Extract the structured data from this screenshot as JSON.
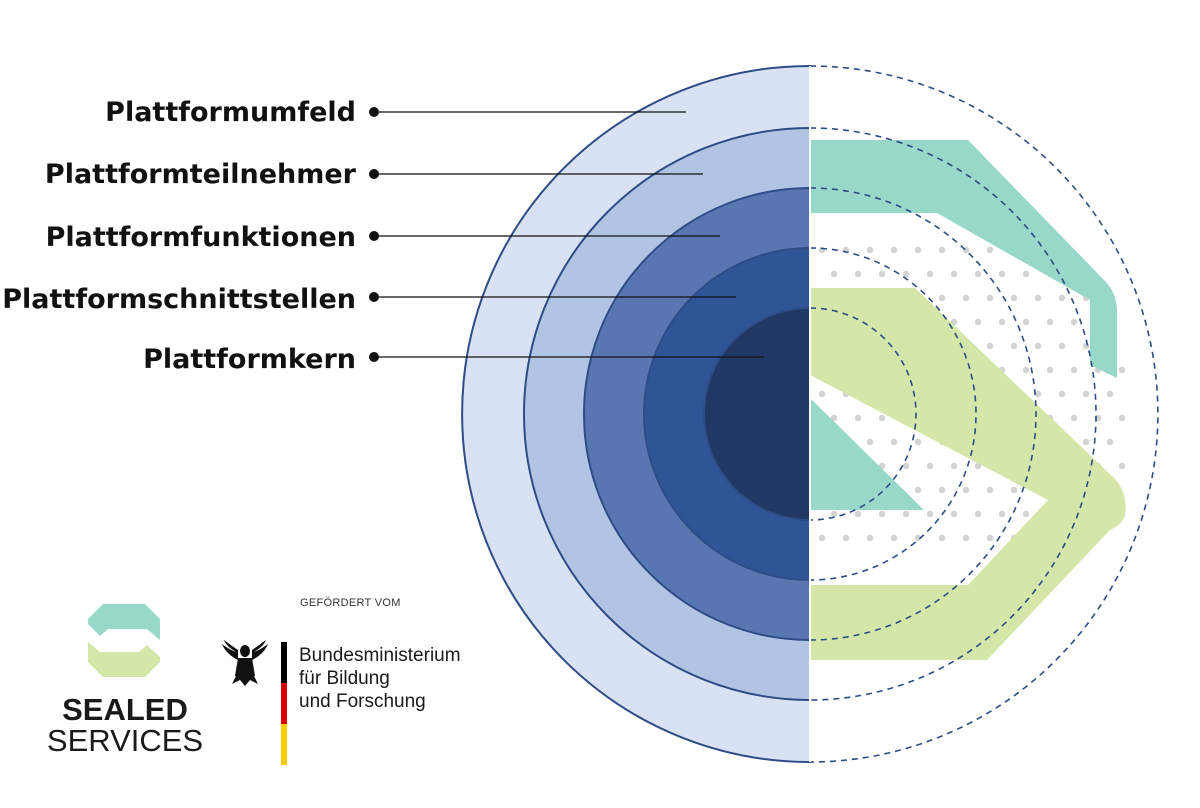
{
  "layers": [
    {
      "label": "Plattformumfeld",
      "color": "#d9e2f2"
    },
    {
      "label": "Plattformteilnehmer",
      "color": "#b2c4e4"
    },
    {
      "label": "Plattformfunktionen",
      "color": "#5876b0"
    },
    {
      "label": "Plattformschnittstellen",
      "color": "#2f5596"
    },
    {
      "label": "Plattformkern",
      "color": "#213864"
    }
  ],
  "colors": {
    "ring_stroke": "#2e4c85",
    "teal": "#98d8c9",
    "lime": "#d5e6a9",
    "dots": "#d3d3d3"
  },
  "logo": {
    "line1": "SEALED",
    "line2": "SERVICES"
  },
  "funding": {
    "caption": "GEFÖRDERT VOM",
    "ministry_line1": "Bundesministerium",
    "ministry_line2": "für Bildung",
    "ministry_line3": "und Forschung"
  }
}
